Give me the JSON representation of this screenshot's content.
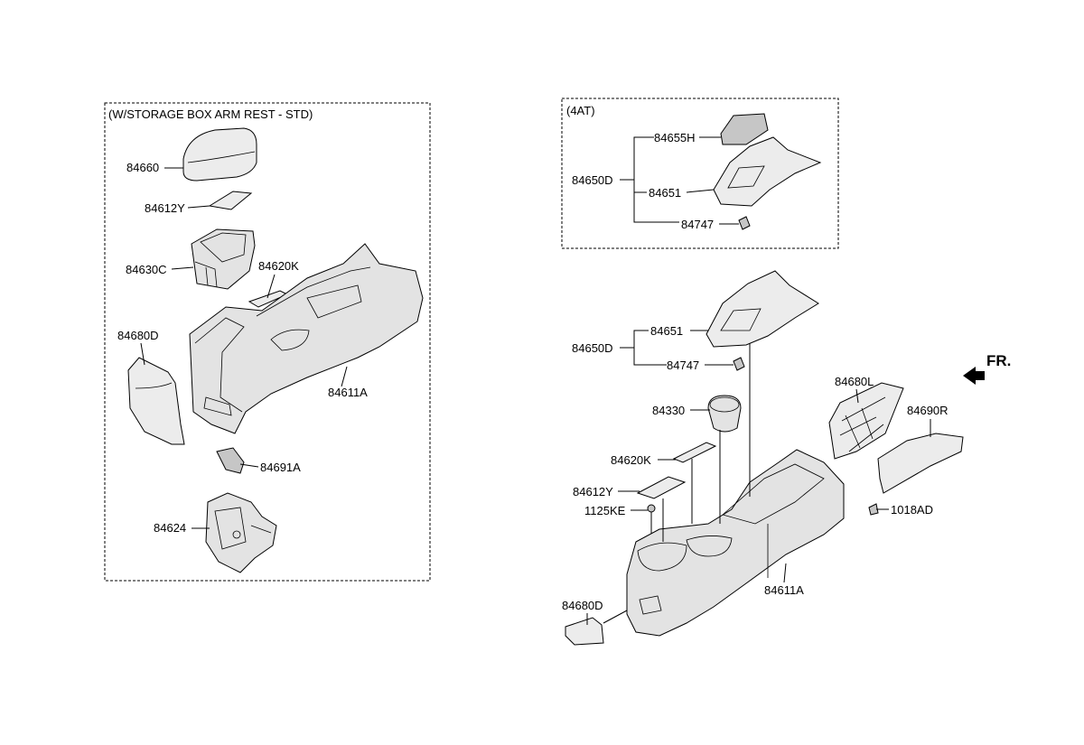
{
  "groups": {
    "left_title": "(W/STORAGE BOX ARM REST - STD)",
    "top_right_title": "(4AT)"
  },
  "front_marker": "FR.",
  "labels": {
    "l_84660": "84660",
    "l_84612Y": "84612Y",
    "l_84630C": "84630C",
    "l_84620K": "84620K",
    "l_84680D": "84680D",
    "l_84611A": "84611A",
    "l_84691A": "84691A",
    "l_84624": "84624",
    "t_84655H": "84655H",
    "t_84650D": "84650D",
    "t_84651": "84651",
    "t_84747": "84747",
    "r_84651": "84651",
    "r_84650D": "84650D",
    "r_84747": "84747",
    "r_84330": "84330",
    "r_84620K": "84620K",
    "r_84612Y": "84612Y",
    "r_1125KE": "1125KE",
    "r_84680L": "84680L",
    "r_84690R": "84690R",
    "r_1018AD": "1018AD",
    "r_84611A": "84611A",
    "r_84680D": "84680D"
  }
}
